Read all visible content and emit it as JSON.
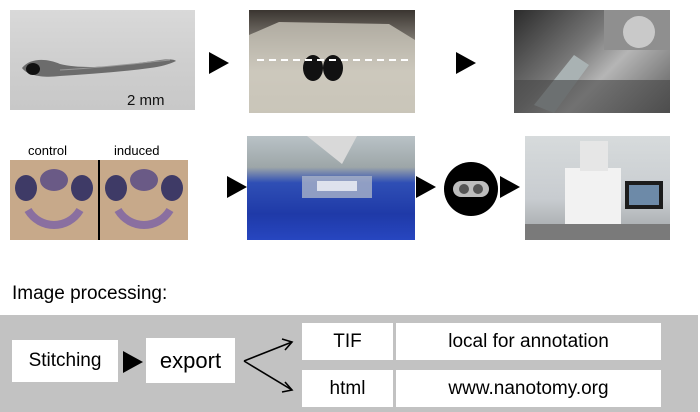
{
  "pipeline": {
    "scale_bar_label": "2 mm",
    "section_labels": {
      "control": "control",
      "induced": "induced"
    }
  },
  "image_processing": {
    "title": "Image processing:",
    "steps": {
      "stitching": "Stitching",
      "export": "export"
    },
    "outputs": [
      {
        "format": "TIF",
        "description": "local for annotation"
      },
      {
        "format": "html",
        "description": "www.nanotomy.org"
      }
    ]
  },
  "colors": {
    "panel_background": "#c2c2c2",
    "box_background": "#ffffff",
    "arrow": "#000000"
  },
  "icons": [
    "arrow-right-icon",
    "grid-icon",
    "branch-arrows-icon"
  ]
}
